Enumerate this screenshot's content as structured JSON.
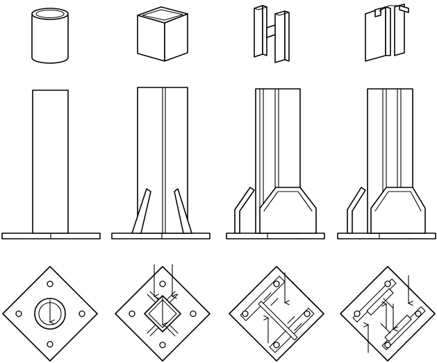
{
  "figure": {
    "columns": [
      {
        "section": "circular-tube",
        "base_bolts": 4
      },
      {
        "section": "square-tube",
        "base_bolts": 4
      },
      {
        "section": "h-section",
        "base_bolts": 4
      },
      {
        "section": "channel-pair",
        "base_bolts": 4
      }
    ],
    "views": [
      "isometric-section",
      "elevation",
      "base-plate-plan"
    ],
    "colors": {
      "line": "#000000",
      "background": "#ffffff"
    }
  }
}
